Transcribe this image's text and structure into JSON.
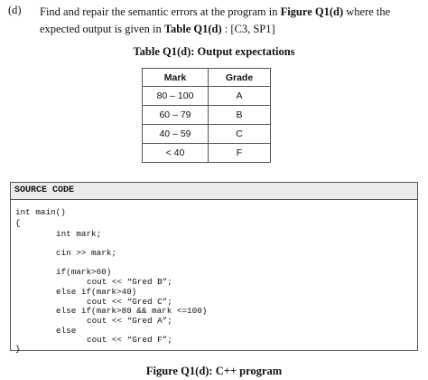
{
  "question": {
    "label": "(d)",
    "text_1": "Find and repair the semantic errors at the program in ",
    "figure_ref": "Figure Q1(d)",
    "text_2": " where the expected output is given in ",
    "table_ref": "Table Q1(d)",
    "text_3": " : [C3, SP1]"
  },
  "table": {
    "caption": "Table Q1(d): Output expectations",
    "headers": [
      "Mark",
      "Grade"
    ],
    "rows": [
      [
        "80 – 100",
        "A"
      ],
      [
        "60 – 79",
        "B"
      ],
      [
        "40 – 59",
        "C"
      ],
      [
        "< 40",
        "F"
      ]
    ]
  },
  "source_code": {
    "header": "SOURCE CODE",
    "lines": [
      "int main()",
      "{",
      "int mark;",
      "cin >> mark;",
      "if(mark>60)",
      "cout << “Gred B”;",
      "else if(mark>40)",
      "cout << “Gred C”;",
      "else if(mark>80 && mark <=100)",
      "cout << “Gred A”;",
      "else",
      "cout << “Gred F”;",
      "}"
    ]
  },
  "figure_caption": "Figure Q1(d): C++ program"
}
